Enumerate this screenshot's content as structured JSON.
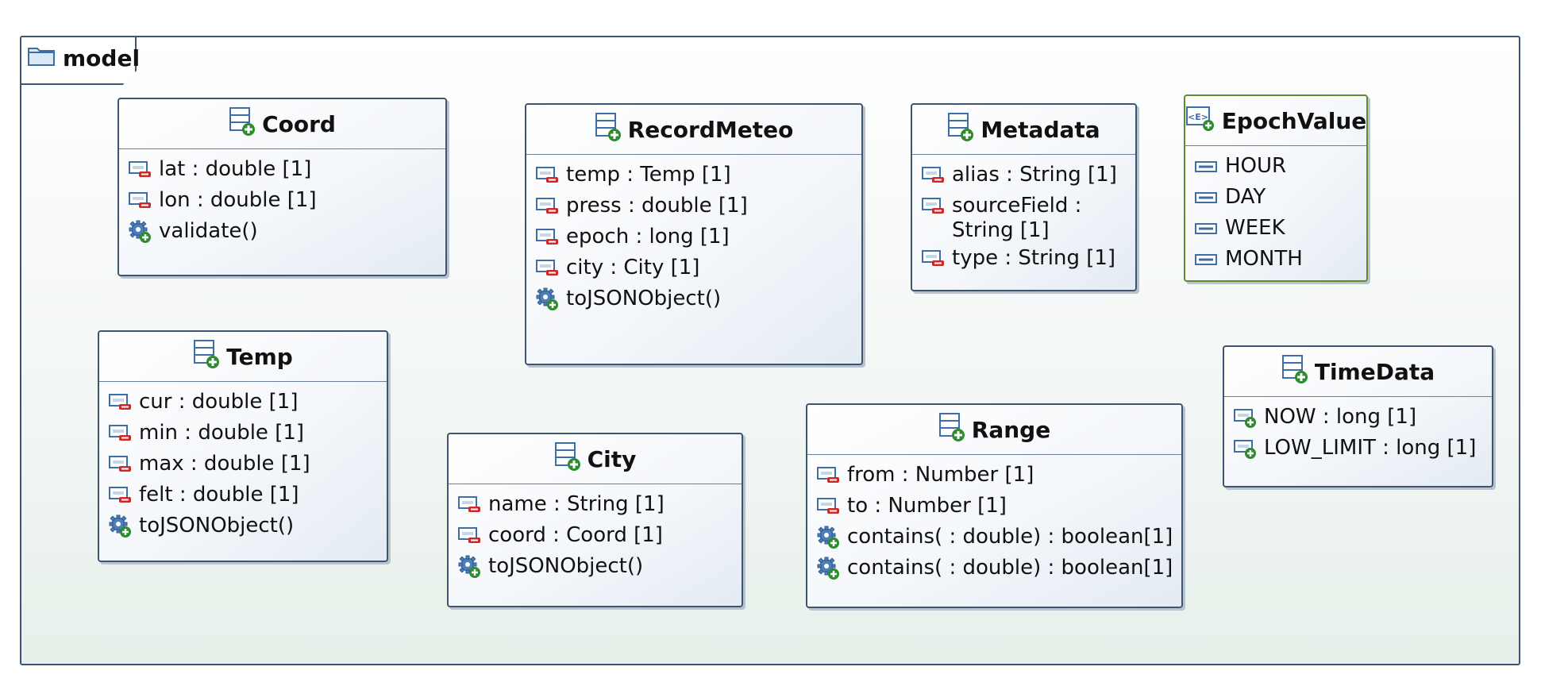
{
  "package": {
    "name": "model"
  },
  "classes": {
    "coord": {
      "name": "Coord",
      "members": [
        {
          "kind": "attr",
          "text": "lat : double [1]"
        },
        {
          "kind": "attr",
          "text": "lon : double [1]"
        },
        {
          "kind": "op",
          "text": "validate()"
        }
      ]
    },
    "record": {
      "name": "RecordMeteo",
      "members": [
        {
          "kind": "attr",
          "text": "temp : Temp [1]"
        },
        {
          "kind": "attr",
          "text": "press : double [1]"
        },
        {
          "kind": "attr",
          "text": "epoch : long [1]"
        },
        {
          "kind": "attr",
          "text": "city : City [1]"
        },
        {
          "kind": "op",
          "text": "toJSONObject()"
        }
      ]
    },
    "metadata": {
      "name": "Metadata",
      "members": [
        {
          "kind": "attr",
          "text": "alias : String [1]"
        },
        {
          "kind": "attr",
          "text": "sourceField : String [1]"
        },
        {
          "kind": "attr",
          "text": "type : String [1]"
        }
      ]
    },
    "epoch": {
      "name": "EpochValue",
      "members": [
        {
          "kind": "literal",
          "text": "HOUR"
        },
        {
          "kind": "literal",
          "text": "DAY"
        },
        {
          "kind": "literal",
          "text": "WEEK"
        },
        {
          "kind": "literal",
          "text": "MONTH"
        }
      ]
    },
    "temp": {
      "name": "Temp",
      "members": [
        {
          "kind": "attr",
          "text": "cur : double [1]"
        },
        {
          "kind": "attr",
          "text": "min : double [1]"
        },
        {
          "kind": "attr",
          "text": "max : double [1]"
        },
        {
          "kind": "attr",
          "text": "felt : double [1]"
        },
        {
          "kind": "op",
          "text": "toJSONObject()"
        }
      ]
    },
    "city": {
      "name": "City",
      "members": [
        {
          "kind": "attr",
          "text": "name : String [1]"
        },
        {
          "kind": "attr",
          "text": "coord : Coord [1]"
        },
        {
          "kind": "op",
          "text": "toJSONObject()"
        }
      ]
    },
    "range": {
      "name": "Range",
      "members": [
        {
          "kind": "attr",
          "text": "from : Number  [1]"
        },
        {
          "kind": "attr",
          "text": "to : Number  [1]"
        },
        {
          "kind": "op",
          "text": "contains( : double) : boolean[1]"
        },
        {
          "kind": "op",
          "text": "contains( : double) : boolean[1]"
        }
      ]
    },
    "timedata": {
      "name": "TimeData",
      "members": [
        {
          "kind": "static",
          "text": "NOW : long [1]"
        },
        {
          "kind": "static",
          "text": "LOW_LIMIT : long [1]"
        }
      ]
    }
  }
}
